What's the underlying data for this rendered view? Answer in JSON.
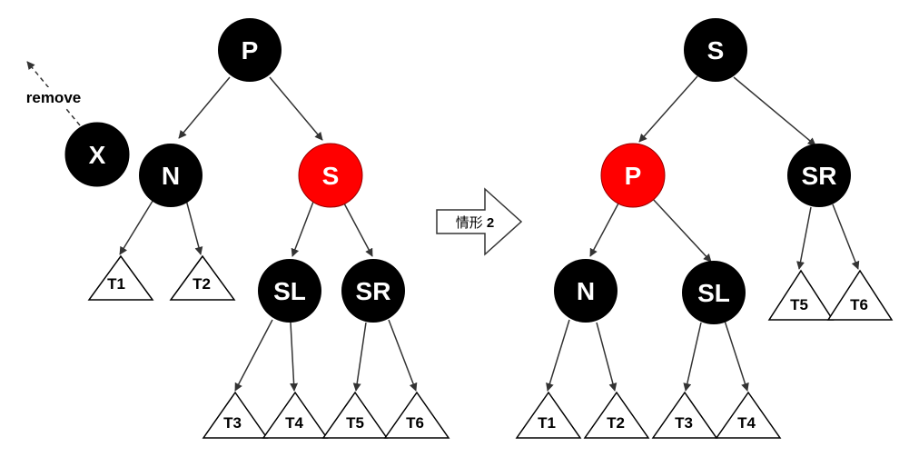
{
  "colors": {
    "black_node": "#000000",
    "red_node": "#ff0000",
    "edge": "#333333",
    "background": "#ffffff"
  },
  "annotation": {
    "remove_label": "remove",
    "removed_node": "X"
  },
  "transition": {
    "label_text": "情形",
    "label_number": "2"
  },
  "before": {
    "root": "P",
    "nodes": {
      "p": "P",
      "n": "N",
      "s": "S",
      "sl": "SL",
      "sr": "SR"
    },
    "subtrees": {
      "t1": "T1",
      "t2": "T2",
      "t3": "T3",
      "t4": "T4",
      "t5": "T5",
      "t6": "T6"
    }
  },
  "after": {
    "root": "S",
    "nodes": {
      "s": "S",
      "p": "P",
      "sr": "SR",
      "n": "N",
      "sl": "SL"
    },
    "subtrees": {
      "t1": "T1",
      "t2": "T2",
      "t3": "T3",
      "t4": "T4",
      "t5": "T5",
      "t6": "T6"
    }
  }
}
